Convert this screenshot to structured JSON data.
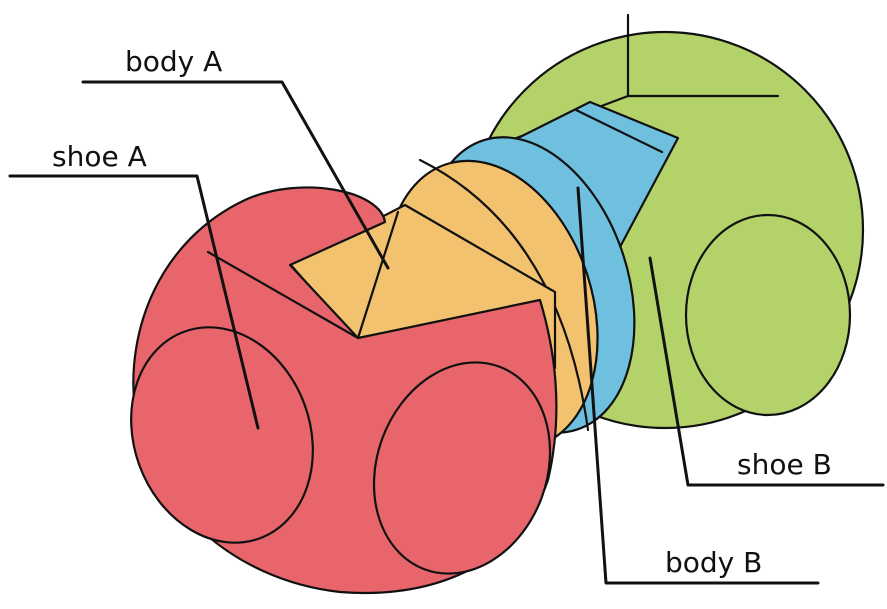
{
  "labels": {
    "body_a": "body A",
    "shoe_a": "shoe A",
    "shoe_b": "shoe B",
    "body_b": "body B"
  },
  "colors": {
    "shoe_a": "#E8666B",
    "body_a": "#F2C26E",
    "body_b": "#6EC0DE",
    "shoe_b": "#B3D36A",
    "line": "#111111"
  }
}
